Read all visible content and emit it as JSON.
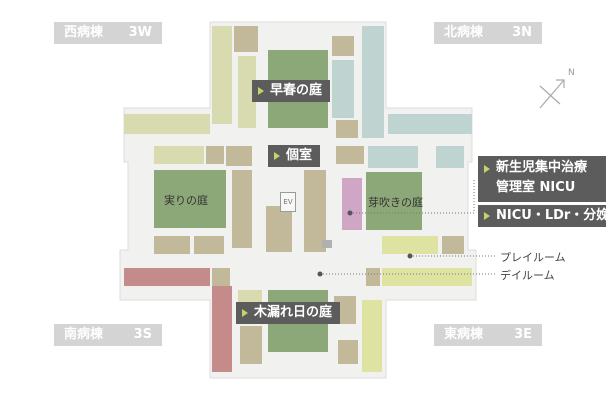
{
  "wings": [
    {
      "name": "西病棟",
      "code": "3W"
    },
    {
      "name": "北病棟",
      "code": "3N"
    },
    {
      "name": "南病棟",
      "code": "3S"
    },
    {
      "name": "東病棟",
      "code": "3E"
    }
  ],
  "tags": {
    "spring_garden": "早春の庭",
    "private_room": "個室",
    "nicu_line1": "新生児集中治療",
    "nicu_line2": "管理室 NICU",
    "nicu_ldr": "NICU・LDr・分娩",
    "sunlight_garden": "木漏れ日の庭"
  },
  "gardens": {
    "fruit_garden": "実りの庭",
    "sprout_garden": "芽吹きの庭"
  },
  "labels": {
    "play_room": "プレイルーム",
    "day_room": "デイルーム",
    "ev": "EV",
    "north": "N"
  },
  "colors": {
    "floor": "#f1f1ef",
    "garden": "#8da878",
    "room_tan": "#c2b89a",
    "room_sage": "#d8dbb0",
    "room_blue": "#bfd3d1",
    "room_red": "#c58a8a",
    "room_pink": "#cfa6c6",
    "room_lime": "#dfe3a2",
    "tag_bg": "#5c5c5c",
    "wing_bg": "#d4d4d4"
  }
}
